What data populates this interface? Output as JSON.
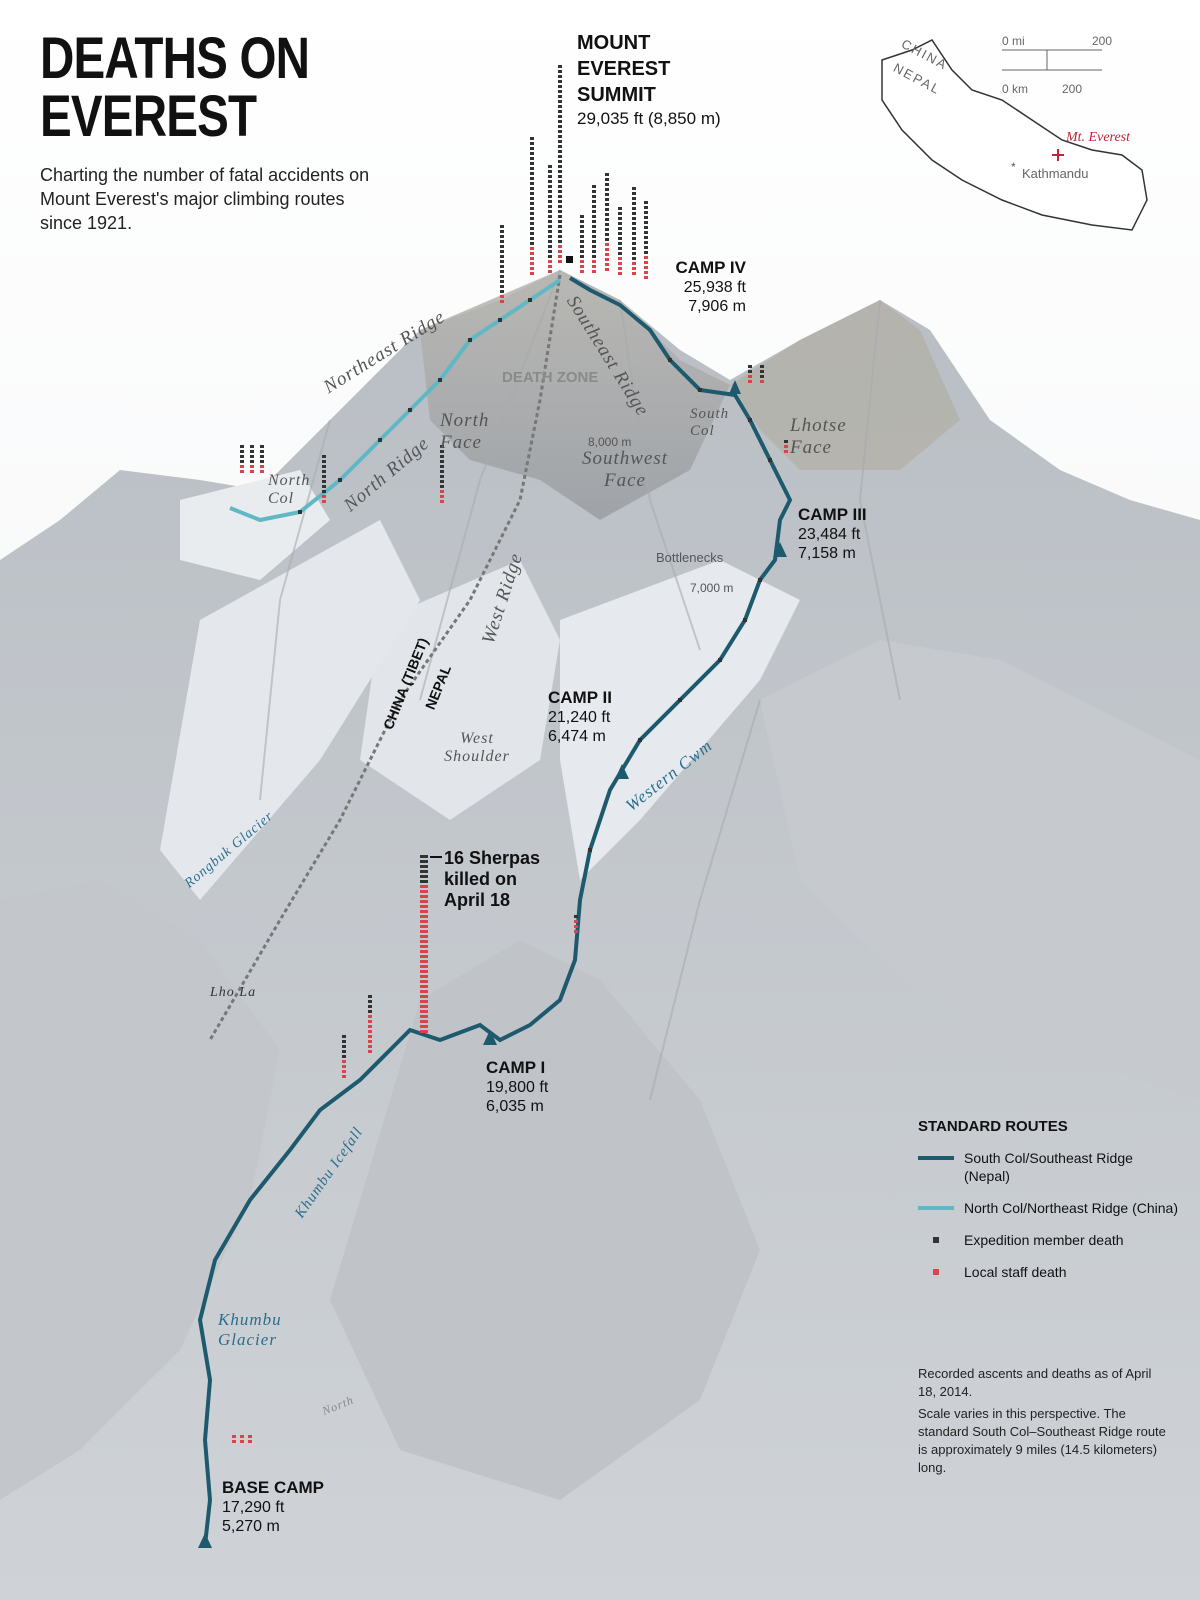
{
  "title_line1": "DEATHS ON",
  "title_line2": "EVEREST",
  "subtitle": "Charting the number of fatal accidents on Mount Everest's major climbing routes since 1921.",
  "summit": {
    "name": "MOUNT\nEVEREST\nSUMMIT",
    "elevation": "29,035 ft (8,850 m)"
  },
  "camps": [
    {
      "name": "CAMP IV",
      "ft": "25,938 ft",
      "m": "7,906 m"
    },
    {
      "name": "CAMP III",
      "ft": "23,484 ft",
      "m": "7,158 m"
    },
    {
      "name": "CAMP II",
      "ft": "21,240 ft",
      "m": "6,474 m"
    },
    {
      "name": "CAMP I",
      "ft": "19,800 ft",
      "m": "6,035 m"
    },
    {
      "name": "BASE CAMP",
      "ft": "17,290 ft",
      "m": "5,270 m"
    }
  ],
  "features": {
    "death_zone": "DEATH ZONE",
    "elev_8000": "8,000 m",
    "elev_7000": "7,000 m",
    "northeast_ridge": "Northeast Ridge",
    "north_ridge": "North Ridge",
    "north_face": "North Face",
    "north_col": "North Col",
    "southeast_ridge": "Southeast Ridge",
    "south_col": "South Col",
    "southwest_face": "Southwest Face",
    "lhotse_face": "Lhotse Face",
    "west_ridge": "West Ridge",
    "west_shoulder": "West Shoulder",
    "bottlenecks": "Bottlenecks",
    "border_china": "CHINA (TIBET)",
    "border_nepal": "NEPAL",
    "rongbuk_glacier": "Rongbuk Glacier",
    "western_cwm": "Western Cwm",
    "khumbu_icefall": "Khumbu Icefall",
    "khumbu_glacier": "Khumbu Glacier",
    "lho_la": "Lho La",
    "north_arrow": "North"
  },
  "callout": "16 Sherpas killed on April 18",
  "legend": {
    "heading": "STANDARD ROUTES",
    "items": [
      {
        "label": "South Col/Southeast Ridge (Nepal)",
        "kind": "line",
        "color": "#1d5a6e"
      },
      {
        "label": "North Col/Northeast Ridge (China)",
        "kind": "line",
        "color": "#5fb8c4"
      },
      {
        "label": "Expedition member death",
        "kind": "dot",
        "color": "#333333"
      },
      {
        "label": "Local staff death",
        "kind": "dot",
        "color": "#d9434a"
      }
    ]
  },
  "notes": [
    "Recorded ascents and deaths as of April 18, 2014.",
    "Scale varies in this perspective. The standard South Col–Southeast Ridge route is approximately 9 miles (14.5 kilometers) long."
  ],
  "inset": {
    "china": "CHINA",
    "nepal": "NEPAL",
    "scale_mi_0": "0 mi",
    "scale_mi_200": "200",
    "scale_km_0": "0 km",
    "scale_km_200": "200",
    "everest": "Mt. Everest",
    "kathmandu": "Kathmandu"
  },
  "colors": {
    "route_nepal": "#1d5a6e",
    "route_china": "#5fb8c4",
    "staff_death": "#d9434a",
    "member_death": "#333333",
    "everest_marker": "#c0243c"
  }
}
